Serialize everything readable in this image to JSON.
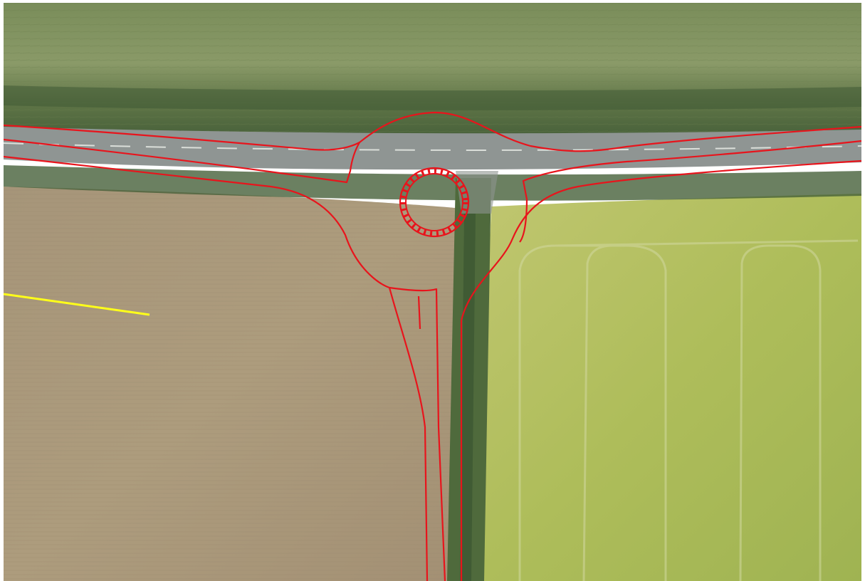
{
  "map": {
    "kind": "aerial-imagery",
    "overlay": {
      "design_line_color": "#e8141c",
      "marker_line_color": "#ffff1a",
      "roundabout_island": "present",
      "junction_type": "T-junction roundabout"
    },
    "land_cover": [
      {
        "name": "hedgerow-field-north",
        "color": "#6f8650"
      },
      {
        "name": "asphalt-road",
        "color": "#8e9492"
      },
      {
        "name": "ploughed-field-southwest",
        "color": "#a8987a"
      },
      {
        "name": "crop-field-southeast",
        "color": "#b8c466"
      }
    ]
  }
}
